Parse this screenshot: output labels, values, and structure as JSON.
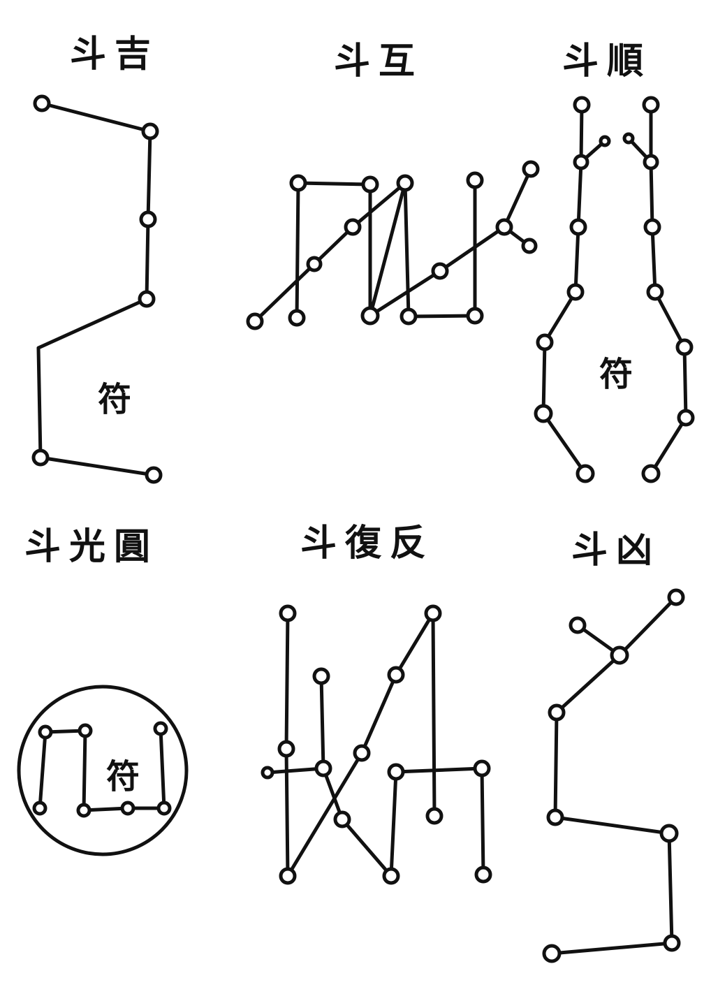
{
  "palette": {
    "ink": "#111111",
    "paper": "#ffffff"
  },
  "panels": [
    {
      "id": "ji",
      "title": "斗吉",
      "talisman": "符"
    },
    {
      "id": "hu",
      "title": "斗互",
      "talisman": ""
    },
    {
      "id": "shun",
      "title": "斗順",
      "talisman": "符"
    },
    {
      "id": "yuanguang",
      "title": "斗光圓",
      "talisman": "符"
    },
    {
      "id": "fanfu",
      "title": "斗復反",
      "talisman": ""
    },
    {
      "id": "xiong",
      "title": "斗凶",
      "talisman": ""
    }
  ]
}
